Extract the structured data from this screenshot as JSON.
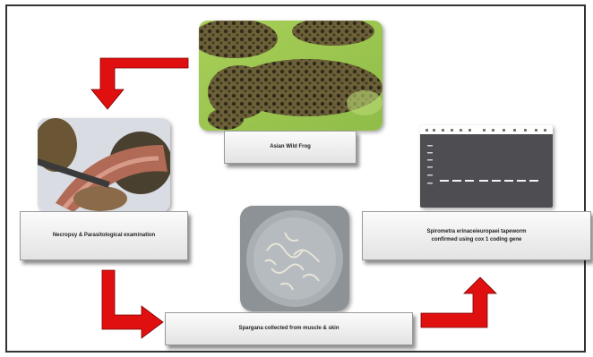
{
  "boxes": {
    "frog": "Asian Wild Frog",
    "necropsy": "Necropsy & Parasitological examination",
    "spargana": "Spargana collected from muscle & skin",
    "result_line1": "Spirometra erinaceieuropaei tapeworm",
    "result_line2": "confirmed using cox 1 coding gene"
  },
  "colors": {
    "arrow": "#e01010",
    "box_border": "#9a9a9a",
    "frame": "#333333"
  },
  "icons": {
    "frog_photo": "frog-photo",
    "necropsy_photo": "necropsy-photo",
    "spargana_photo": "petri-dish-photo",
    "gel_photo": "gel-electrophoresis-photo"
  }
}
